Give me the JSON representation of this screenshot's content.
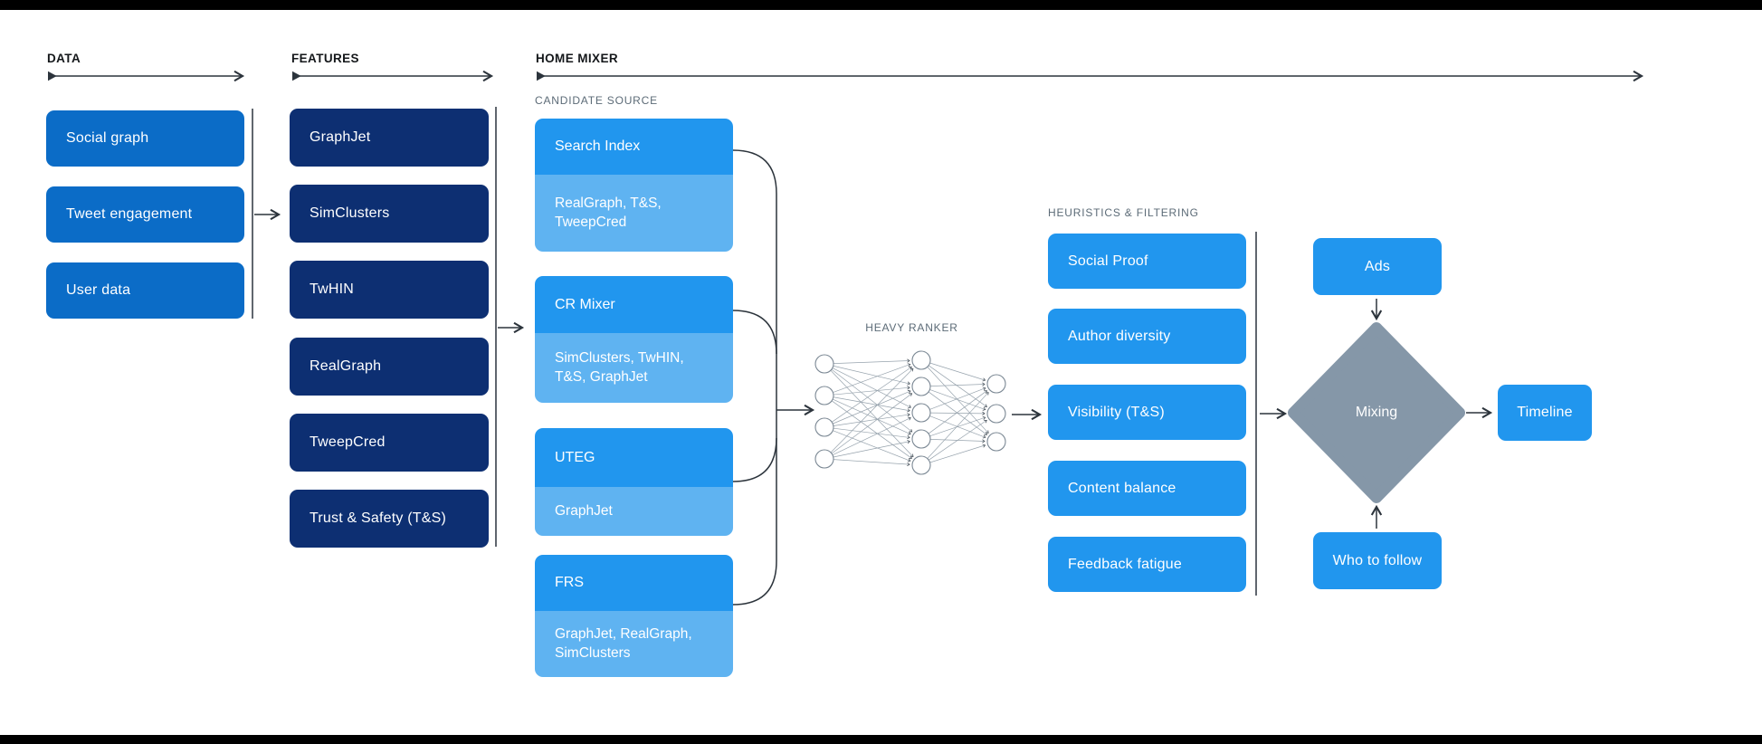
{
  "colors": {
    "data_box": "#0b6cc7",
    "feature_box": "#0d2f72",
    "bright_box": "#2196ee",
    "light_box": "#5fb3f1",
    "diamond": "#8597a8",
    "line": "#2c343c",
    "header_text": "#14171a",
    "subheader_text": "#5c6b77"
  },
  "sections": {
    "data": {
      "header": "DATA",
      "items": [
        "Social graph",
        "Tweet engagement",
        "User data"
      ]
    },
    "features": {
      "header": "FEATURES",
      "items": [
        "GraphJet",
        "SimClusters",
        "TwHIN",
        "RealGraph",
        "TweepCred",
        "Trust & Safety (T&S)"
      ]
    },
    "home_mixer": {
      "header": "HOME MIXER",
      "subheader": "CANDIDATE SOURCE",
      "sources": [
        {
          "name": "Search Index",
          "features": "RealGraph, T&S, TweepCred"
        },
        {
          "name": "CR Mixer",
          "features": "SimClusters, TwHIN, T&S, GraphJet"
        },
        {
          "name": "UTEG",
          "features": "GraphJet"
        },
        {
          "name": "FRS",
          "features": "GraphJet, RealGraph, SimClusters"
        }
      ]
    },
    "heavy_ranker": {
      "label": "HEAVY RANKER"
    },
    "heuristics": {
      "header": "HEURISTICS & FILTERING",
      "items": [
        "Social Proof",
        "Author diversity",
        "Visibility (T&S)",
        "Content balance",
        "Feedback fatigue"
      ]
    },
    "mixing": {
      "inputs_top": "Ads",
      "inputs_bottom": "Who to follow",
      "label": "Mixing",
      "output": "Timeline"
    }
  }
}
